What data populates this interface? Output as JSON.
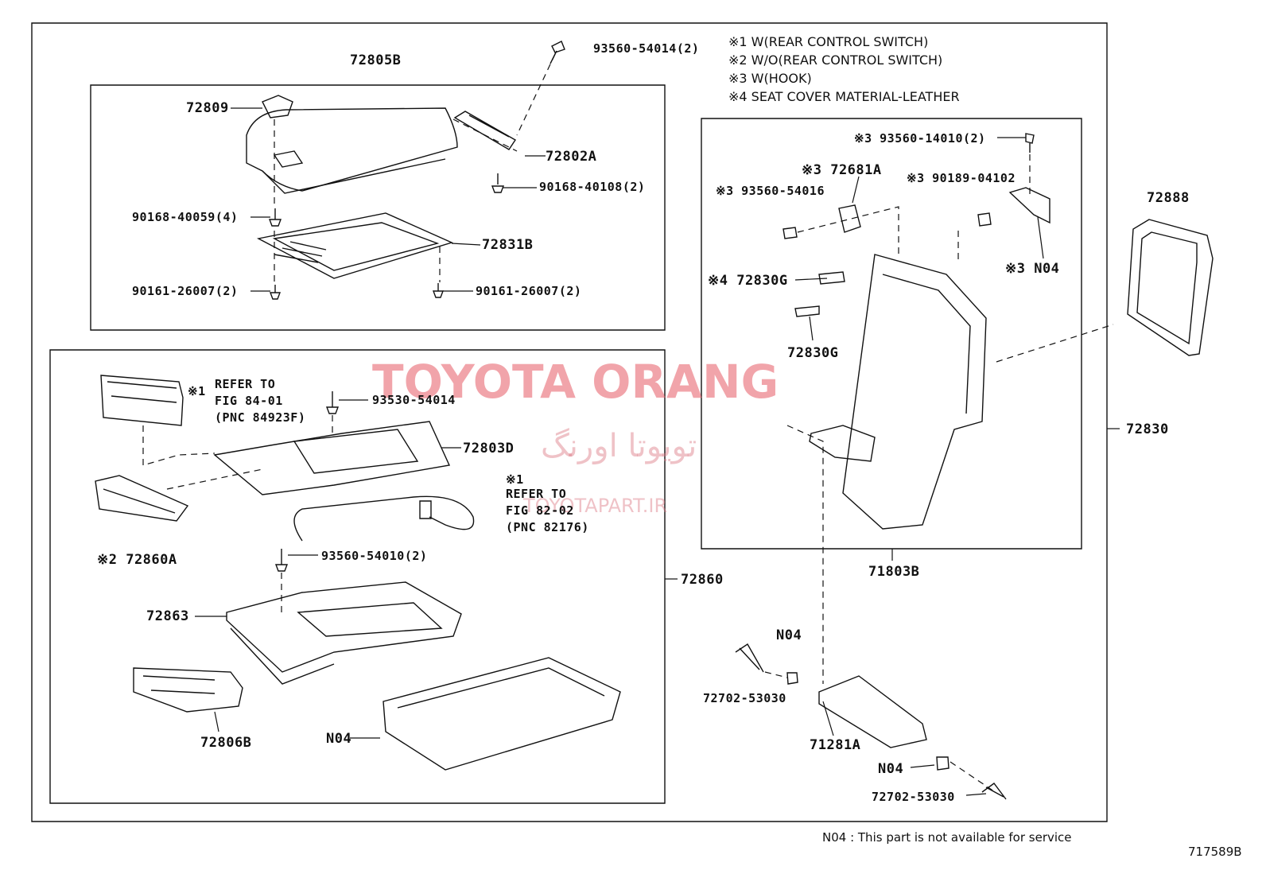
{
  "notes": [
    "※1 W(REAR CONTROL SWITCH)",
    "※2 W/O(REAR CONTROL SWITCH)",
    "※3 W(HOOK)",
    "※4 SEAT COVER MATERIAL-LEATHER"
  ],
  "parts": {
    "p72805B": "72805B",
    "p93560_54014_2": "93560-54014(2)",
    "p72809": "72809",
    "p72802A": "72802A",
    "p90168_40108_2": "90168-40108(2)",
    "p90168_40059_4": "90168-40059(4)",
    "p72831B": "72831B",
    "p90161_26007_2_left": "90161-26007(2)",
    "p90161_26007_2_right": "90161-26007(2)",
    "p93530_54014": "93530-54014",
    "p72803D": "72803D",
    "p72860A": "※2 72860A",
    "p93560_54010_2": "93560-54010(2)",
    "p72860": "72860",
    "p72863": "72863",
    "p72806B": "72806B",
    "pN04_box": "N04",
    "p93560_14010_2": "※3 93560-14010(2)",
    "p72681A": "※3 72681A",
    "p93560_54016": "※3 93560-54016",
    "p90189_04102": "※3 90189-04102",
    "pN04_hook": "※3 N04",
    "p72830G_4": "※4 72830G",
    "p72830G": "72830G",
    "p72888": "72888",
    "p72830": "72830",
    "p71803B": "71803B",
    "pN04_top": "N04",
    "p72702_53030_a": "72702-53030",
    "p71281A": "71281A",
    "pN04_bottom": "N04",
    "p72702_53030_b": "72702-53030"
  },
  "refers": {
    "r1_mark": "※1",
    "r1_l1": "REFER TO",
    "r1_l2": "FIG 84-01",
    "r1_l3": "(PNC 84923F)",
    "r2_mark": "※1",
    "r2_l1": "REFER TO",
    "r2_l2": "FIG 82-02",
    "r2_l3": "(PNC 82176)"
  },
  "footer": {
    "n04_note": "N04 : This part is not available for service",
    "figure_id": "717589B"
  },
  "watermark": {
    "brand": "TOYOTA ORANG",
    "persian": "تویوتا اورنگ",
    "url": "TOYOTAPART.IR"
  }
}
